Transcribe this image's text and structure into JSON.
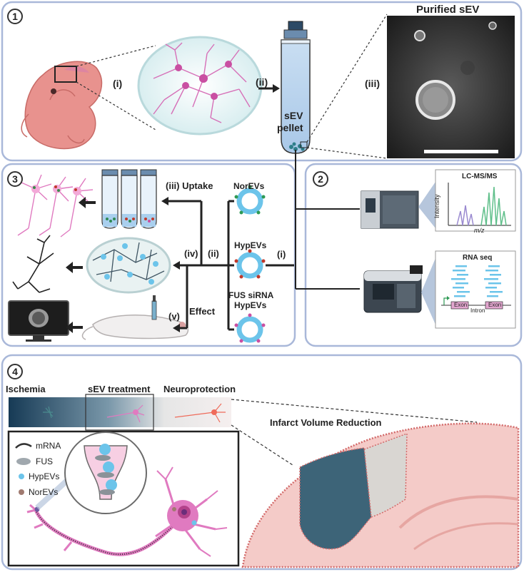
{
  "panel1": {
    "number": "1",
    "step_i": "(i)",
    "step_ii": "(ii)",
    "step_iii": "(iii)",
    "pellet_line1": "sEV",
    "pellet_line2": "pellet",
    "em_title": "Purified sEV"
  },
  "panel2": {
    "number": "2",
    "lcms_title": "LC-MS/MS",
    "lcms_ylabel": "Intensity",
    "lcms_xlabel": "m/z",
    "rna_title": "RNA seq",
    "exon1": "Exon",
    "exon2": "Exon",
    "intron": "Intron"
  },
  "panel3": {
    "number": "3",
    "uptake": "(iii) Uptake",
    "step_iv": "(iv)",
    "step_ii": "(ii)",
    "step_i": "(i)",
    "step_v": "(v)",
    "effect": "Effect",
    "norevs": "NorEVs",
    "hypevs": "HypEVs",
    "fus_line1": "FUS siRNA",
    "fus_line2": "HypEVs"
  },
  "panel4": {
    "number": "4",
    "ischemia": "Ischemia",
    "treatment": "sEV treatment",
    "neuroprotection": "Neuroprotection",
    "infarct": "Infarct Volume Reduction",
    "legend_mrna": "mRNA",
    "legend_fus": "FUS",
    "legend_hypevs": "HypEVs",
    "legend_norevs": "NorEVs"
  },
  "colors": {
    "panel_border": "#a9b8d9",
    "neuron_pink": "#e07ac0",
    "vesicle_blue": "#6cc4ea",
    "dark_teal": "#3d6478",
    "brain_pink": "#f2c8c6",
    "infarct_grey": "#d9d6d2"
  }
}
